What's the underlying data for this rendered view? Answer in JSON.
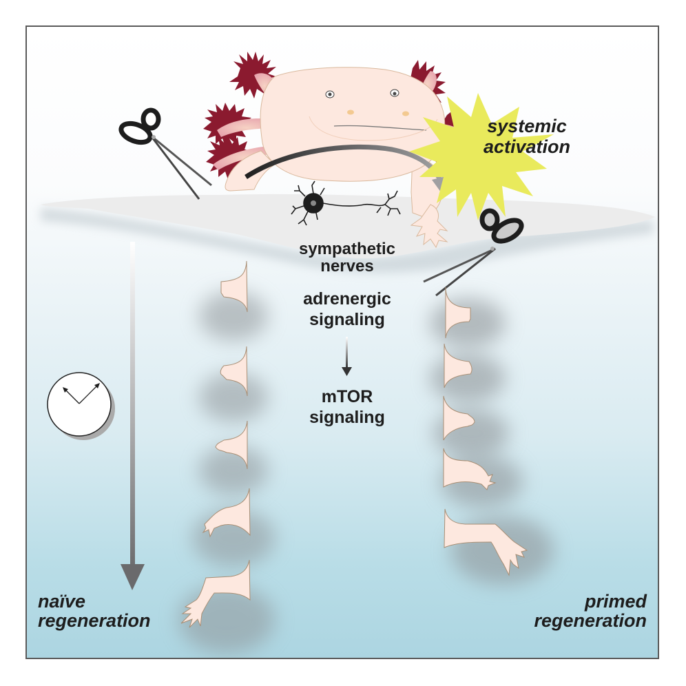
{
  "figure": {
    "type": "graphical-abstract",
    "subject": "axolotl limb regeneration"
  },
  "labels": {
    "systemic_activation": [
      "systemic",
      "activation"
    ],
    "sympathetic_nerves": [
      "sympathetic",
      "nerves"
    ],
    "adrenergic_signaling": [
      "adrenergic",
      "signaling"
    ],
    "mtor_signaling": [
      "mTOR",
      "signaling"
    ],
    "naive_regeneration": [
      "naïve",
      "regeneration"
    ],
    "primed_regeneration": [
      "primed",
      "regeneration"
    ]
  },
  "icons": {
    "scissors_top_left": "scissors-icon",
    "scissors_right": "scissors-icon",
    "clock": "clock-icon",
    "neuron": "neuron-icon",
    "burst": "starburst-icon",
    "time_arrow": "arrow-down-icon"
  },
  "sequences": {
    "naive_stages": [
      "stump",
      "early bud",
      "bud",
      "palette with digits",
      "full limb"
    ],
    "primed_stages": [
      "stump",
      "early bud",
      "bud",
      "palette with digits",
      "full limb"
    ]
  },
  "colors": {
    "skin": "#fde8df",
    "skin_outline": "#b89880",
    "gills": "#8b1a2f",
    "gill_inner": "#e8a8b0",
    "burst": "#e9ea5c",
    "text": "#1d1d1d",
    "border": "#5a5a5a",
    "water_bottom": "#acd5e1"
  }
}
